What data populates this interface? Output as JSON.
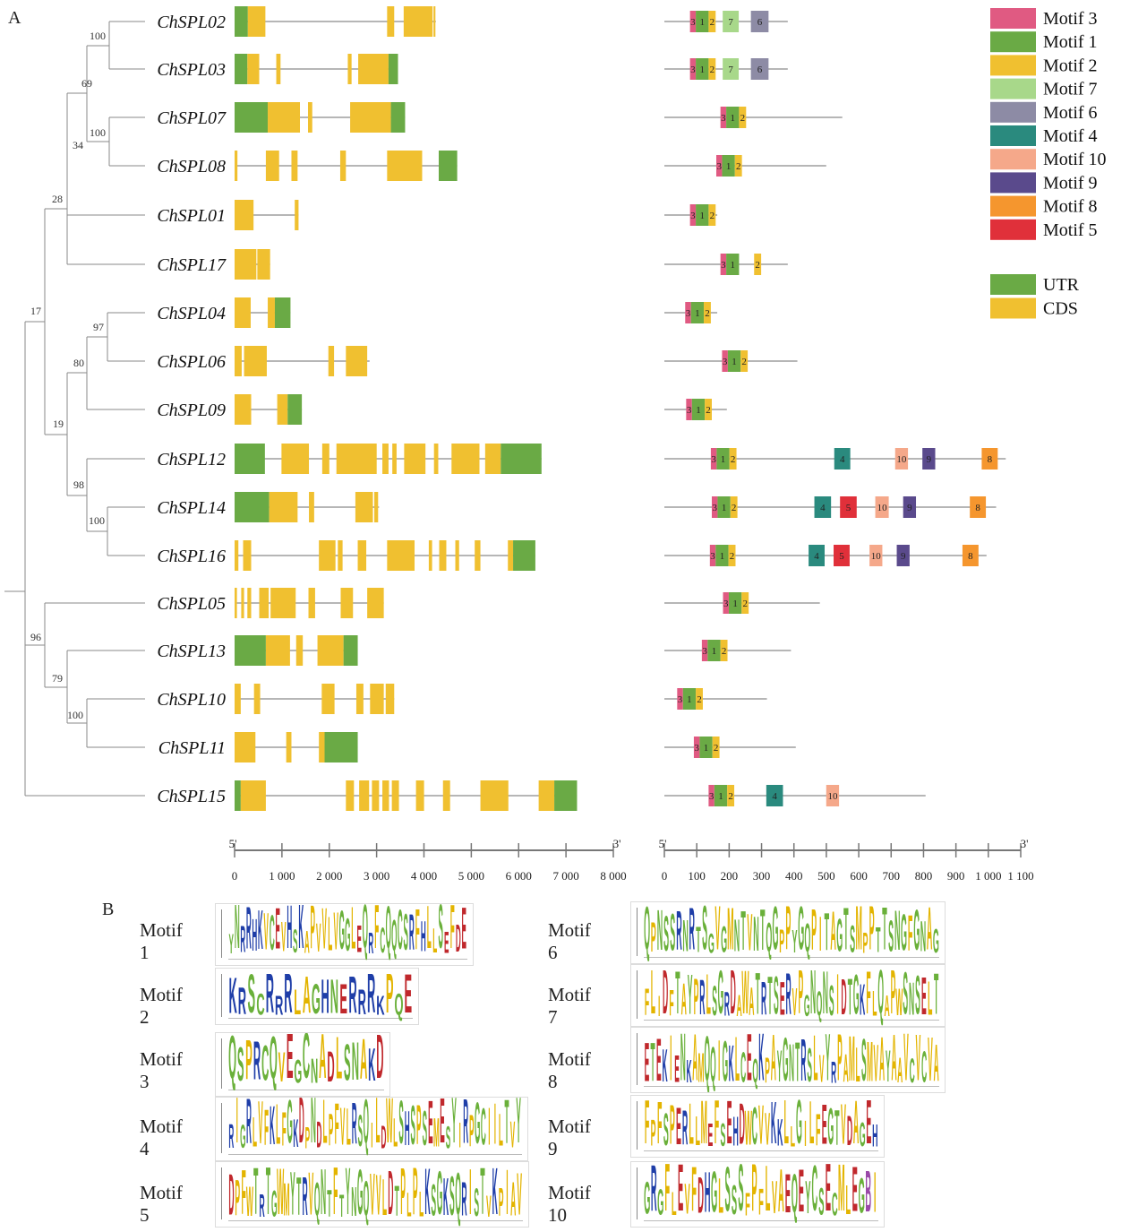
{
  "panel_labels": {
    "a": "A",
    "b": "B"
  },
  "tree": {
    "genes": [
      "ChSPL02",
      "ChSPL03",
      "ChSPL07",
      "ChSPL08",
      "ChSPL01",
      "ChSPL17",
      "ChSPL04",
      "ChSPL06",
      "ChSPL09",
      "ChSPL12",
      "ChSPL14",
      "ChSPL16",
      "ChSPL05",
      "ChSPL13",
      "ChSPL10",
      "ChSPL11",
      "ChSPL15"
    ],
    "bootstrap": [
      "100",
      "69",
      "100",
      "34",
      "28",
      "97",
      "80",
      "19",
      "98",
      "100",
      "17",
      "96",
      "79",
      "100"
    ]
  },
  "legend": {
    "motifs": [
      {
        "label": "Motif 3",
        "color": "#e05a82"
      },
      {
        "label": "Motif 1",
        "color": "#6aaa45"
      },
      {
        "label": "Motif 2",
        "color": "#f0c030"
      },
      {
        "label": "Motif 7",
        "color": "#a8d88a"
      },
      {
        "label": "Motif 6",
        "color": "#8d8ba5"
      },
      {
        "label": "Motif 4",
        "color": "#2a8a7e"
      },
      {
        "label": "Motif 10",
        "color": "#f5a88a"
      },
      {
        "label": "Motif 9",
        "color": "#5a4a8c"
      },
      {
        "label": "Motif 8",
        "color": "#f5962e"
      },
      {
        "label": "Motif 5",
        "color": "#e0303a"
      }
    ],
    "structure": [
      {
        "label": "UTR",
        "color": "#6aaa45"
      },
      {
        "label": "CDS",
        "color": "#f0c030"
      }
    ]
  },
  "gene_axis": {
    "start_label": "5'",
    "end_label": "3'",
    "ticks": [
      "0",
      "1 000",
      "2 000",
      "3 000",
      "4 000",
      "5 000",
      "6 000",
      "7 000",
      "8 000"
    ]
  },
  "motif_axis": {
    "start_label": "5'",
    "end_label": "3'",
    "ticks": [
      "0",
      "100",
      "200",
      "300",
      "400",
      "500",
      "600",
      "700",
      "800",
      "900",
      "1 000",
      "1 100"
    ]
  },
  "gene_structures": [
    {
      "len": 4250,
      "parts": [
        [
          "u",
          0,
          280
        ],
        [
          "c",
          280,
          650
        ],
        [
          "c",
          3220,
          3370
        ],
        [
          "c",
          3570,
          4180
        ],
        [
          "c",
          4200,
          4240
        ]
      ]
    },
    {
      "len": 3450,
      "parts": [
        [
          "u",
          0,
          270
        ],
        [
          "c",
          270,
          520
        ],
        [
          "c",
          880,
          970
        ],
        [
          "c",
          2390,
          2470
        ],
        [
          "c",
          2610,
          3250
        ],
        [
          "u",
          3250,
          3450
        ]
      ]
    },
    {
      "len": 3600,
      "parts": [
        [
          "u",
          0,
          700
        ],
        [
          "c",
          700,
          1380
        ],
        [
          "c",
          1550,
          1640
        ],
        [
          "c",
          2440,
          3300
        ],
        [
          "u",
          3300,
          3600
        ]
      ]
    },
    {
      "len": 4700,
      "parts": [
        [
          "c",
          0,
          60
        ],
        [
          "c",
          660,
          940
        ],
        [
          "c",
          1200,
          1330
        ],
        [
          "c",
          2230,
          2350
        ],
        [
          "c",
          3220,
          3960
        ],
        [
          "u",
          4310,
          4700
        ]
      ]
    },
    {
      "len": 1350,
      "parts": [
        [
          "c",
          0,
          400
        ],
        [
          "c",
          1270,
          1350
        ]
      ]
    },
    {
      "len": 750,
      "parts": [
        [
          "c",
          0,
          460
        ],
        [
          "c",
          480,
          750
        ]
      ]
    },
    {
      "len": 1180,
      "parts": [
        [
          "c",
          0,
          340
        ],
        [
          "c",
          700,
          850
        ],
        [
          "u",
          850,
          1180
        ]
      ]
    },
    {
      "len": 2850,
      "parts": [
        [
          "c",
          0,
          150
        ],
        [
          "c",
          200,
          680
        ],
        [
          "c",
          1980,
          2100
        ],
        [
          "c",
          2350,
          2800
        ]
      ]
    },
    {
      "len": 1420,
      "parts": [
        [
          "c",
          0,
          350
        ],
        [
          "c",
          900,
          1120
        ],
        [
          "u",
          1120,
          1420
        ]
      ]
    },
    {
      "len": 6480,
      "parts": [
        [
          "u",
          0,
          640
        ],
        [
          "c",
          990,
          1570
        ],
        [
          "c",
          1850,
          2000
        ],
        [
          "c",
          2150,
          3000
        ],
        [
          "c",
          3120,
          3250
        ],
        [
          "c",
          3330,
          3420
        ],
        [
          "c",
          3580,
          4030
        ],
        [
          "c",
          4210,
          4300
        ],
        [
          "c",
          4580,
          5170
        ],
        [
          "c",
          5290,
          5620
        ],
        [
          "u",
          5620,
          6480
        ]
      ]
    },
    {
      "len": 3050,
      "parts": [
        [
          "u",
          0,
          730
        ],
        [
          "c",
          730,
          1330
        ],
        [
          "c",
          1570,
          1680
        ],
        [
          "c",
          2550,
          2920
        ],
        [
          "c",
          2950,
          3030
        ]
      ]
    },
    {
      "len": 6350,
      "parts": [
        [
          "c",
          0,
          80
        ],
        [
          "c",
          180,
          350
        ],
        [
          "c",
          1780,
          2130
        ],
        [
          "c",
          2180,
          2280
        ],
        [
          "c",
          2600,
          2780
        ],
        [
          "c",
          3220,
          3800
        ],
        [
          "c",
          4100,
          4170
        ],
        [
          "c",
          4320,
          4470
        ],
        [
          "c",
          4660,
          4740
        ],
        [
          "c",
          5070,
          5190
        ],
        [
          "c",
          5770,
          5880
        ],
        [
          "u",
          5880,
          6350
        ]
      ]
    },
    {
      "len": 3150,
      "parts": [
        [
          "c",
          0,
          50
        ],
        [
          "c",
          140,
          200
        ],
        [
          "c",
          270,
          350
        ],
        [
          "c",
          520,
          720
        ],
        [
          "c",
          760,
          1290
        ],
        [
          "c",
          1560,
          1700
        ],
        [
          "c",
          2240,
          2500
        ],
        [
          "c",
          2800,
          3150
        ]
      ]
    },
    {
      "len": 2600,
      "parts": [
        [
          "u",
          0,
          660
        ],
        [
          "c",
          660,
          1170
        ],
        [
          "c",
          1300,
          1440
        ],
        [
          "c",
          1750,
          2300
        ],
        [
          "u",
          2300,
          2600
        ]
      ]
    },
    {
      "len": 3370,
      "parts": [
        [
          "c",
          0,
          130
        ],
        [
          "c",
          410,
          540
        ],
        [
          "c",
          1840,
          2110
        ],
        [
          "c",
          2570,
          2720
        ],
        [
          "c",
          2860,
          3150
        ],
        [
          "c",
          3190,
          3370
        ]
      ]
    },
    {
      "len": 2600,
      "parts": [
        [
          "c",
          0,
          440
        ],
        [
          "c",
          1090,
          1200
        ],
        [
          "c",
          1780,
          1900
        ],
        [
          "u",
          1900,
          2600
        ]
      ]
    },
    {
      "len": 7230,
      "parts": [
        [
          "u",
          0,
          130
        ],
        [
          "c",
          130,
          660
        ],
        [
          "c",
          2350,
          2520
        ],
        [
          "c",
          2630,
          2840
        ],
        [
          "c",
          2900,
          3050
        ],
        [
          "c",
          3120,
          3260
        ],
        [
          "c",
          3320,
          3470
        ],
        [
          "c",
          3830,
          4000
        ],
        [
          "c",
          4400,
          4550
        ],
        [
          "c",
          5190,
          5780
        ],
        [
          "c",
          6420,
          6750
        ],
        [
          "u",
          6750,
          7230
        ]
      ]
    }
  ],
  "motif_structures": [
    {
      "len": 385,
      "motifs": [
        [
          "3",
          80,
          98
        ],
        [
          "1",
          98,
          138
        ],
        [
          "2",
          138,
          160
        ],
        [
          "7",
          182,
          232
        ],
        [
          "6",
          270,
          325
        ]
      ]
    },
    {
      "len": 385,
      "motifs": [
        [
          "3",
          80,
          98
        ],
        [
          "1",
          98,
          138
        ],
        [
          "2",
          138,
          160
        ],
        [
          "7",
          182,
          232
        ],
        [
          "6",
          270,
          325
        ]
      ]
    },
    {
      "len": 555,
      "motifs": [
        [
          "3",
          175,
          193
        ],
        [
          "1",
          193,
          233
        ],
        [
          "2",
          233,
          255
        ]
      ]
    },
    {
      "len": 505,
      "motifs": [
        [
          "3",
          162,
          180
        ],
        [
          "1",
          180,
          220
        ],
        [
          "2",
          220,
          242
        ]
      ]
    },
    {
      "len": 165,
      "motifs": [
        [
          "3",
          80,
          98
        ],
        [
          "1",
          98,
          138
        ],
        [
          "2",
          138,
          160
        ]
      ]
    },
    {
      "len": 385,
      "motifs": [
        [
          "3",
          175,
          193
        ],
        [
          "1",
          193,
          233
        ],
        [
          "2",
          280,
          302
        ]
      ]
    },
    {
      "len": 165,
      "motifs": [
        [
          "3",
          65,
          83
        ],
        [
          "1",
          83,
          123
        ],
        [
          "2",
          123,
          145
        ]
      ]
    },
    {
      "len": 415,
      "motifs": [
        [
          "3",
          180,
          198
        ],
        [
          "1",
          198,
          238
        ],
        [
          "2",
          238,
          260
        ]
      ]
    },
    {
      "len": 195,
      "motifs": [
        [
          "3",
          68,
          86
        ],
        [
          "1",
          86,
          126
        ],
        [
          "2",
          126,
          148
        ]
      ]
    },
    {
      "len": 1065,
      "motifs": [
        [
          "3",
          145,
          163
        ],
        [
          "1",
          163,
          203
        ],
        [
          "2",
          203,
          225
        ],
        [
          "4",
          530,
          580
        ],
        [
          "10",
          720,
          760
        ],
        [
          "9",
          805,
          845
        ],
        [
          "8",
          990,
          1040
        ]
      ]
    },
    {
      "len": 1035,
      "motifs": [
        [
          "3",
          148,
          166
        ],
        [
          "1",
          166,
          206
        ],
        [
          "2",
          206,
          228
        ],
        [
          "4",
          468,
          520
        ],
        [
          "5",
          548,
          600
        ],
        [
          "10",
          658,
          700
        ],
        [
          "9",
          745,
          785
        ],
        [
          "8",
          953,
          1003
        ]
      ]
    },
    {
      "len": 1005,
      "motifs": [
        [
          "3",
          142,
          160
        ],
        [
          "1",
          160,
          200
        ],
        [
          "2",
          200,
          222
        ],
        [
          "4",
          450,
          500
        ],
        [
          "5",
          528,
          578
        ],
        [
          "10",
          640,
          680
        ],
        [
          "9",
          725,
          765
        ],
        [
          "8",
          930,
          980
        ]
      ]
    },
    {
      "len": 485,
      "motifs": [
        [
          "3",
          183,
          201
        ],
        [
          "1",
          201,
          241
        ],
        [
          "2",
          241,
          263
        ]
      ]
    },
    {
      "len": 395,
      "motifs": [
        [
          "3",
          117,
          135
        ],
        [
          "1",
          135,
          175
        ],
        [
          "2",
          175,
          197
        ]
      ]
    },
    {
      "len": 320,
      "motifs": [
        [
          "3",
          40,
          58
        ],
        [
          "1",
          58,
          98
        ],
        [
          "2",
          98,
          120
        ]
      ]
    },
    {
      "len": 410,
      "motifs": [
        [
          "3",
          92,
          110
        ],
        [
          "1",
          110,
          150
        ],
        [
          "2",
          150,
          172
        ]
      ]
    },
    {
      "len": 815,
      "motifs": [
        [
          "3",
          138,
          156
        ],
        [
          "1",
          156,
          196
        ],
        [
          "2",
          196,
          218
        ],
        [
          "4",
          318,
          370
        ],
        [
          "10",
          505,
          545
        ]
      ]
    }
  ],
  "motif_logos": [
    {
      "label": "Motif 1",
      "seq": "YNRRHKVCEVHSKAPVVLVGGLEQRFCQQCSRFHLLSEFDE"
    },
    {
      "label": "Motif 2",
      "seq": "KRSCRRRLAGHNERRRKPQE"
    },
    {
      "label": "Motif 3",
      "seq": "QSPRCQVEGCNADLSNAKD"
    },
    {
      "label": "Motif 4",
      "seq": "RIGRLVFKLFGKDPNDLPFVLRSQILDWLSHSPSEMESYIRPGCIILTVY"
    },
    {
      "label": "Motif 5",
      "seq": "DPFWTRTGWMYTRVQNTFTYNGQVVLDTPLPLKSGKSQRISTVKPIAV"
    },
    {
      "label": "Motif 6",
      "seq": "QPNSSRNRTSGVGMNTVNTQGPPYGQPITAGTSMPPTTSNGFGNAG"
    },
    {
      "label": "Motif 7",
      "seq": "FLIDFTAYPRLSGRDAWATRTSERVPGNQNSIDTGKFLQAPWSNSELT"
    },
    {
      "label": "Motif 8",
      "seq": "ETEKIENKAMQQIGKLCEQKPAYGNTRSLVYRPAMLSMVAYAAVCVCVA"
    },
    {
      "label": "Motif 9",
      "seq": "FPFSPERLLMEFSEHDWCVVKKLLGILFEGTVDAGEH"
    },
    {
      "label": "Motif 10",
      "seq": "GRGFLEVFDHGLSSSFPFLVAEQEYCSECMLEGBI"
    }
  ]
}
